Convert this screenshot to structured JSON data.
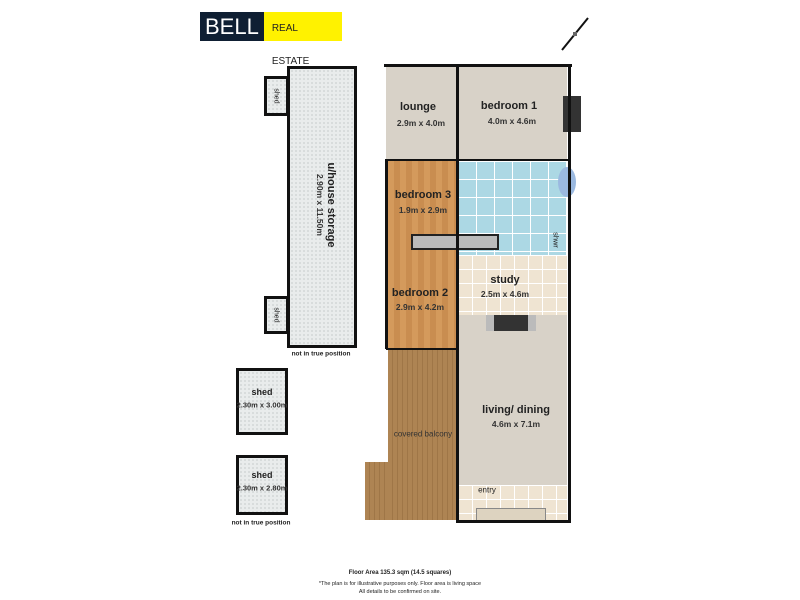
{
  "logo": {
    "brand": "BELL",
    "tagline": "REAL ESTATE",
    "brand_bg": "#0f1f33",
    "tagline_bg": "#fff200"
  },
  "rooms": {
    "lounge": {
      "name": "lounge",
      "size": "2.9m x 4.0m"
    },
    "bedroom1": {
      "name": "bedroom 1",
      "size": "4.0m x 4.6m"
    },
    "bedroom3": {
      "name": "bedroom 3",
      "size": "1.9m x 2.9m"
    },
    "bedroom2": {
      "name": "bedroom 2",
      "size": "2.9m x 4.2m"
    },
    "study": {
      "name": "study",
      "size": "2.5m x 4.6m"
    },
    "living": {
      "name": "living/ dining",
      "size": "4.6m x 7.1m"
    },
    "balcony": {
      "name": "covered balcony"
    },
    "entry": {
      "name": "entry"
    },
    "shower": {
      "name": "shwr"
    }
  },
  "outbuildings": {
    "storage": {
      "name": "u/house storage",
      "size": "2.90m x 11.50m"
    },
    "shed_small": "shed",
    "shed1": {
      "name": "shed",
      "size": "2.30m x 3.00m"
    },
    "shed2": {
      "name": "shed",
      "size": "2.30m x 2.80m"
    },
    "note": "not in true position"
  },
  "footer": {
    "area": "Floor Area 135.3 sqm (14.5 squares)",
    "disclaimer1": "*The plan is for illustrative purposes only. Floor area is living space",
    "disclaimer2": "All details to be confirmed on site."
  }
}
